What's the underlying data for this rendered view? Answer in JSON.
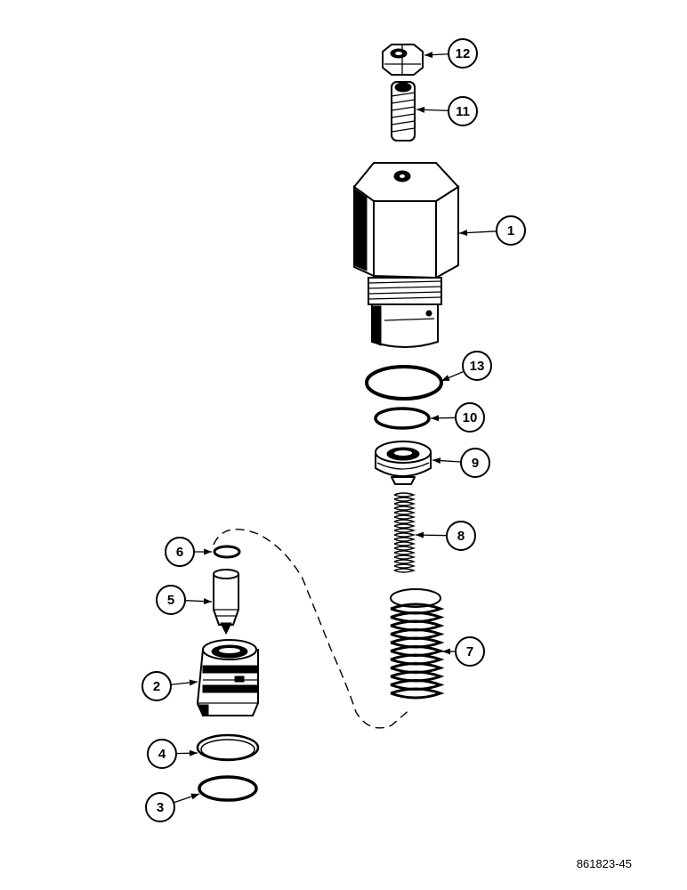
{
  "diagram": {
    "type": "exploded-parts-view",
    "reference_number": "861823-45",
    "callouts": [
      {
        "id": "12",
        "label": "12",
        "part": "nut"
      },
      {
        "id": "11",
        "label": "11",
        "part": "adjusting-screw"
      },
      {
        "id": "1",
        "label": "1",
        "part": "valve-body"
      },
      {
        "id": "13",
        "label": "13",
        "part": "o-ring-large"
      },
      {
        "id": "10",
        "label": "10",
        "part": "o-ring-small"
      },
      {
        "id": "9",
        "label": "9",
        "part": "spring-seat"
      },
      {
        "id": "8",
        "label": "8",
        "part": "inner-spring"
      },
      {
        "id": "7",
        "label": "7",
        "part": "outer-spring"
      },
      {
        "id": "6",
        "label": "6",
        "part": "o-ring-tiny"
      },
      {
        "id": "5",
        "label": "5",
        "part": "poppet"
      },
      {
        "id": "2",
        "label": "2",
        "part": "seat"
      },
      {
        "id": "4",
        "label": "4",
        "part": "backup-ring"
      },
      {
        "id": "3",
        "label": "3",
        "part": "o-ring-seat"
      }
    ]
  }
}
